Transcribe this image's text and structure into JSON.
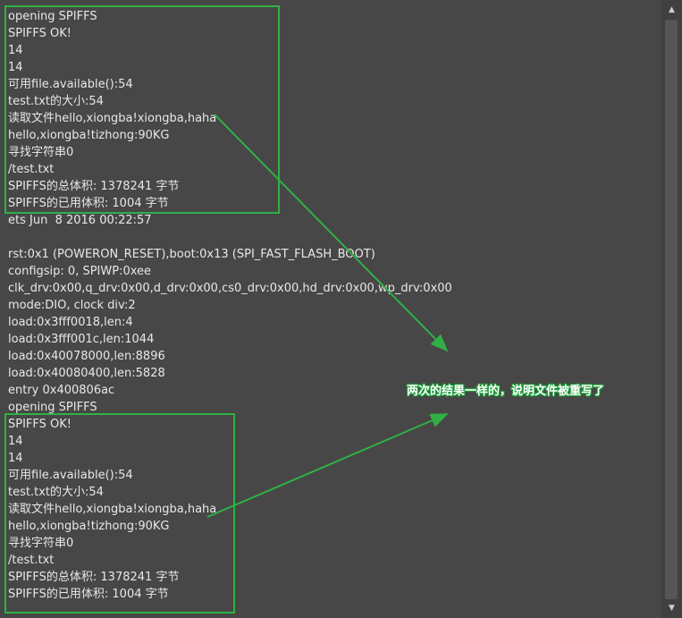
{
  "console": {
    "lines": [
      "opening SPIFFS",
      "SPIFFS OK!",
      "14",
      "14",
      "可用file.available():54",
      "test.txt的大小:54",
      "读取文件hello,xiongba!xiongba,haha",
      "hello,xiongba!tizhong:90KG",
      "寻找字符串0",
      "/test.txt",
      "SPIFFS的总体积: 1378241 字节",
      "SPIFFS的已用体积: 1004 字节",
      "ets Jun  8 2016 00:22:57",
      "",
      "rst:0x1 (POWERON_RESET),boot:0x13 (SPI_FAST_FLASH_BOOT)",
      "configsip: 0, SPIWP:0xee",
      "clk_drv:0x00,q_drv:0x00,d_drv:0x00,cs0_drv:0x00,hd_drv:0x00,wp_drv:0x00",
      "mode:DIO, clock div:2",
      "load:0x3fff0018,len:4",
      "load:0x3fff001c,len:1044",
      "load:0x40078000,len:8896",
      "load:0x40080400,len:5828",
      "entry 0x400806ac",
      "opening SPIFFS",
      "SPIFFS OK!",
      "14",
      "14",
      "可用file.available():54",
      "test.txt的大小:54",
      "读取文件hello,xiongba!xiongba,haha",
      "hello,xiongba!tizhong:90KG",
      "寻找字符串0",
      "/test.txt",
      "SPIFFS的总体积: 1378241 字节",
      "SPIFFS的已用体积: 1004 字节"
    ]
  },
  "annotation": {
    "text": "两次的结果一样的，说明文件被重写了",
    "color": "#2fb046"
  },
  "scrollbar": {
    "up_icon": "▲",
    "down_icon": "▼"
  }
}
